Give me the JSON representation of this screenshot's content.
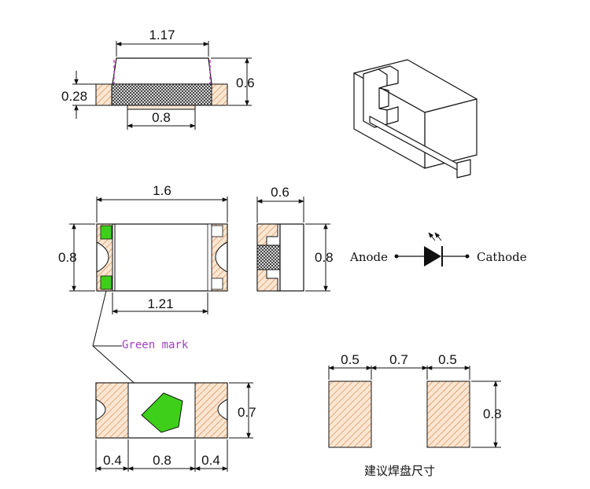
{
  "side_view": {
    "width_label": "1.17",
    "height_label": "0.6",
    "base_thickness_label": "0.28",
    "pad_gap_label": "0.8"
  },
  "top_view": {
    "length_label": "1.6",
    "width_label": "0.8",
    "inner_length_label": "1.21"
  },
  "end_view": {
    "thickness_label": "0.6",
    "width_label": "0.8"
  },
  "schematic": {
    "anode_label": "Anode",
    "cathode_label": "Cathode"
  },
  "bottom_view": {
    "marker_label": "Green mark",
    "pad_height_label": "0.7",
    "left_pad_label": "0.4",
    "gap_label": "0.8",
    "right_pad_label": "0.4"
  },
  "footprint": {
    "pad_width_left_label": "0.5",
    "pad_spacing_label": "0.7",
    "pad_width_right_label": "0.5",
    "pad_height_label": "0.8",
    "caption": "建议焊盘尺寸"
  },
  "colors": {
    "hatch": "#d4894e",
    "pad_fill": "#fbe6d2",
    "green_mark": "#3ecf1a",
    "magenta_edge": "#d040d0"
  }
}
